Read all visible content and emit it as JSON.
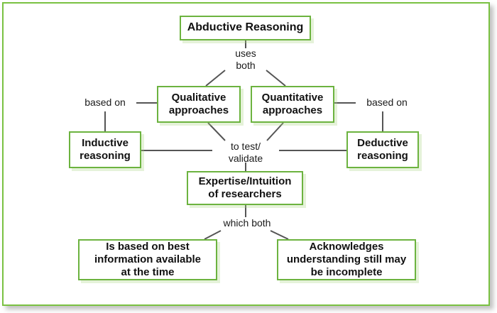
{
  "diagram": {
    "title": "Abductive Reasoning concept map",
    "colors": {
      "frame_border": "#7ac142",
      "node_border": "#6cb33f",
      "node_fill": "#ffffff",
      "node_shadow": "#a8d480",
      "connector": "#555555",
      "text": "#111111",
      "background": "#ffffff"
    },
    "nodes": [
      {
        "id": "root",
        "label": "Abductive Reasoning"
      },
      {
        "id": "qual",
        "label": "Qualitative\napproaches"
      },
      {
        "id": "quant",
        "label": "Quantitative\napproaches"
      },
      {
        "id": "inductive",
        "label": "Inductive\nreasoning"
      },
      {
        "id": "deductive",
        "label": "Deductive\nreasoning"
      },
      {
        "id": "expertise",
        "label": "Expertise/Intuition\nof researchers"
      },
      {
        "id": "bottom_left",
        "label": "Is based on best\ninformation available\nat the time"
      },
      {
        "id": "bottom_right",
        "label": "Acknowledges\nunderstanding still may\nbe incomplete"
      }
    ],
    "edge_labels": [
      {
        "id": "uses_both",
        "label": "uses\nboth"
      },
      {
        "id": "based_on_left",
        "label": "based on"
      },
      {
        "id": "based_on_right",
        "label": "based on"
      },
      {
        "id": "to_test",
        "label": "to test/\nvalidate"
      },
      {
        "id": "which_both",
        "label": "which both"
      }
    ],
    "edges": [
      {
        "from": "root",
        "to": "uses_both",
        "label": "uses both"
      },
      {
        "from": "uses_both",
        "to": "qual",
        "label": ""
      },
      {
        "from": "uses_both",
        "to": "quant",
        "label": ""
      },
      {
        "from": "qual",
        "to": "inductive",
        "label": "based on"
      },
      {
        "from": "quant",
        "to": "deductive",
        "label": "based on"
      },
      {
        "from": "qual",
        "to": "to_test",
        "label": "to test/validate"
      },
      {
        "from": "quant",
        "to": "to_test",
        "label": "to test/validate"
      },
      {
        "from": "inductive",
        "to": "to_test",
        "label": ""
      },
      {
        "from": "deductive",
        "to": "to_test",
        "label": ""
      },
      {
        "from": "to_test",
        "to": "expertise",
        "label": ""
      },
      {
        "from": "expertise",
        "to": "which_both",
        "label": "which both"
      },
      {
        "from": "which_both",
        "to": "bottom_left",
        "label": ""
      },
      {
        "from": "which_both",
        "to": "bottom_right",
        "label": ""
      }
    ]
  }
}
